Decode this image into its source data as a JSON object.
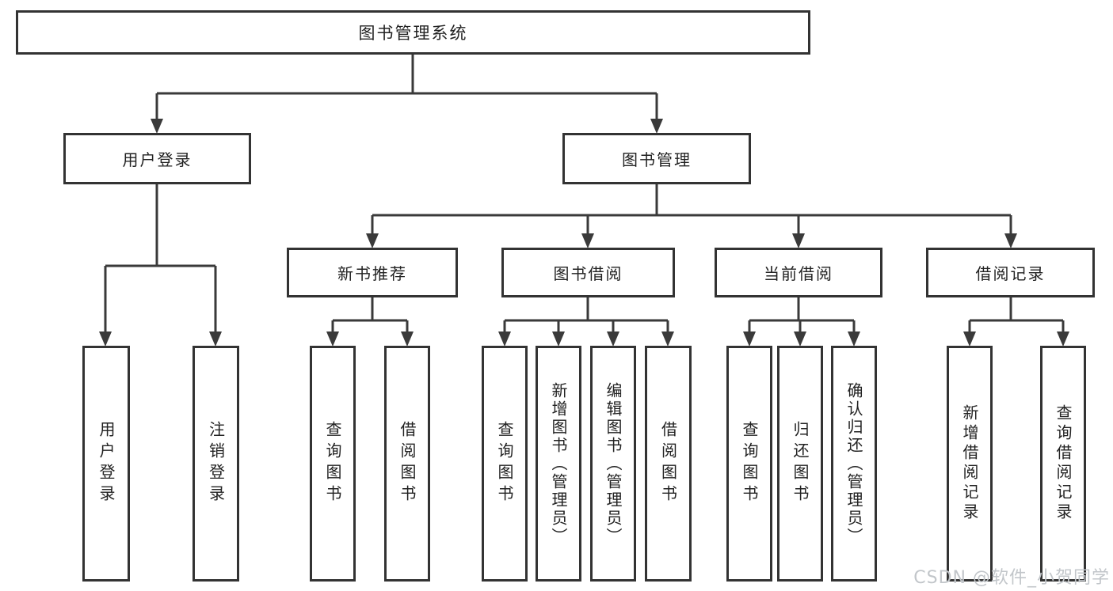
{
  "colors": {
    "line": "#3a3a3a",
    "box_border": "#333333",
    "text": "#222222",
    "watermark": "#c2c6ca",
    "background": "#ffffff"
  },
  "diagram": {
    "root": {
      "label": "图书管理系统"
    },
    "level2": [
      {
        "id": "user-login",
        "label": "用户登录"
      },
      {
        "id": "book-management",
        "label": "图书管理"
      }
    ],
    "level3": [
      {
        "id": "new-book-recommend",
        "label": "新书推荐"
      },
      {
        "id": "book-borrow",
        "label": "图书借阅"
      },
      {
        "id": "current-borrow",
        "label": "当前借阅"
      },
      {
        "id": "borrow-records",
        "label": "借阅记录"
      }
    ],
    "leaves": [
      {
        "label": "用户登录"
      },
      {
        "label": "注销登录"
      },
      {
        "label": "查询图书"
      },
      {
        "label": "借阅图书"
      },
      {
        "label": "查询图书"
      },
      {
        "label": "新增图书（管理员）"
      },
      {
        "label": "编辑图书（管理员）"
      },
      {
        "label": "借阅图书"
      },
      {
        "label": "查询图书"
      },
      {
        "label": "归还图书"
      },
      {
        "label": "确认归还（管理员）"
      },
      {
        "label": "新增借阅记录"
      },
      {
        "label": "查询借阅记录"
      }
    ]
  },
  "watermark": {
    "text": "CSDN @软件_小贺同学"
  }
}
